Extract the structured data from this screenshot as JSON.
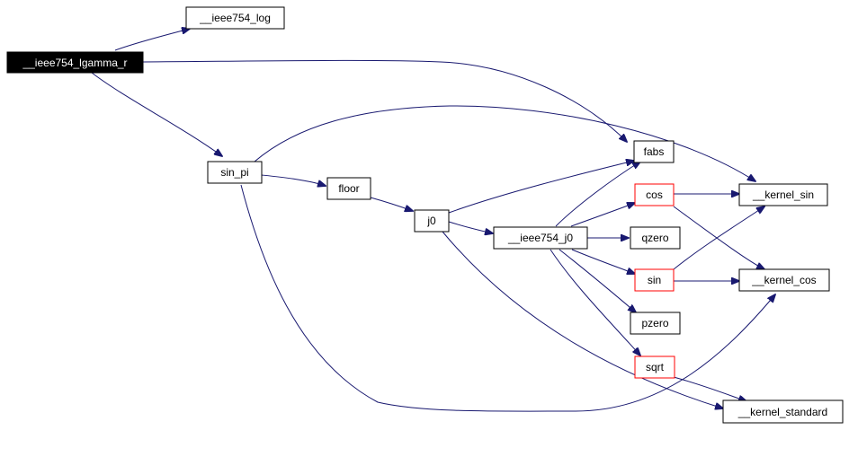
{
  "nodes": {
    "lgamma": "__ieee754_lgamma_r",
    "log": "__ieee754_log",
    "sin_pi": "sin_pi",
    "floor": "floor",
    "j0": "j0",
    "ieee_j0": "__ieee754_j0",
    "fabs": "fabs",
    "cos": "cos",
    "qzero": "qzero",
    "sin": "sin",
    "pzero": "pzero",
    "sqrt": "sqrt",
    "kernel_sin": "__kernel_sin",
    "kernel_cos": "__kernel_cos",
    "kernel_standard": "__kernel_standard"
  },
  "edge_color": "#191970",
  "root_fill": "#000000",
  "incomplete_node_border": "#ff0000"
}
